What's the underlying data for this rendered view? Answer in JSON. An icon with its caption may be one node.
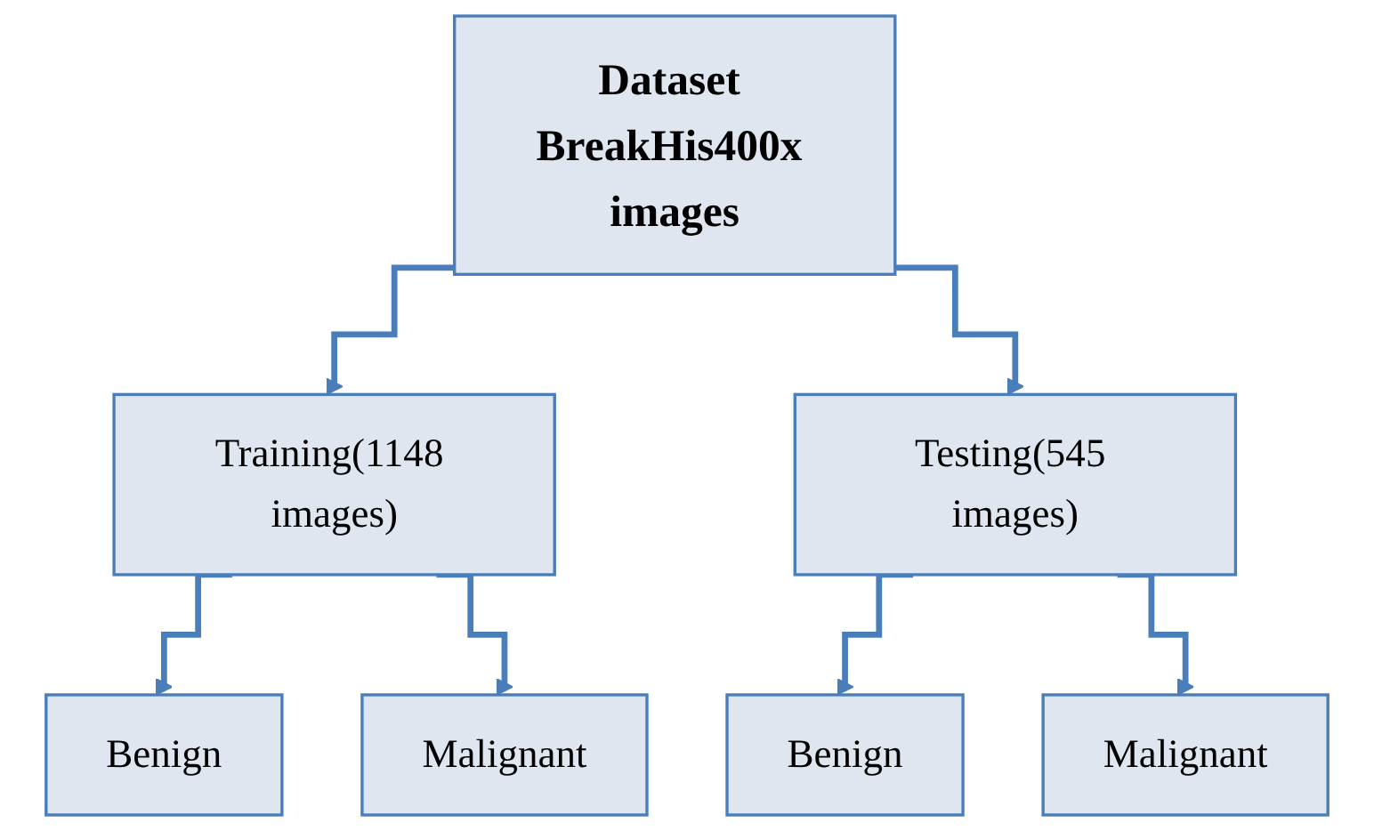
{
  "diagram": {
    "nodes": [
      {
        "text": [
          "Dataset BreakHis400x images"
        ]
      },
      {
        "text": [
          "Training(1148 images)"
        ]
      },
      {
        "text": [
          "Testing(545 images)"
        ]
      },
      {
        "text": [
          "Benign"
        ]
      },
      {
        "text": [
          "Malignant"
        ]
      },
      {
        "text": [
          "Benign"
        ]
      },
      {
        "text": [
          "Malignant"
        ]
      }
    ],
    "edges": [
      {
        "from": 0,
        "to": 1,
        "arrow": "to"
      },
      {
        "from": 0,
        "to": 2,
        "arrow": "to"
      },
      {
        "from": 1,
        "to": 3,
        "arrow": "to"
      },
      {
        "from": 1,
        "to": 4,
        "arrow": "to"
      },
      {
        "from": 2,
        "to": 5,
        "arrow": "to"
      },
      {
        "from": 2,
        "to": 6,
        "arrow": "to"
      }
    ]
  }
}
